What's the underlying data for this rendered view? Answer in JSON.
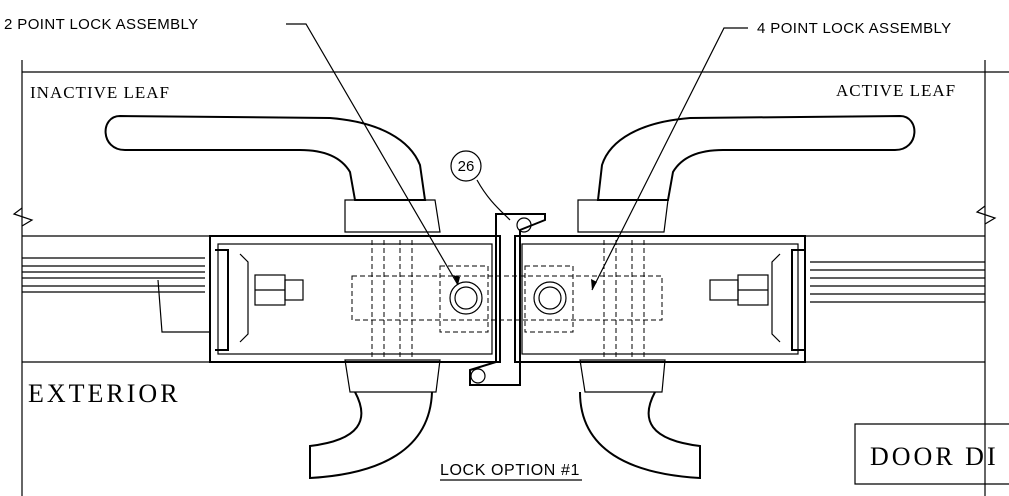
{
  "labels": {
    "two_point": "2 POINT LOCK ASSEMBLY",
    "four_point": "4 POINT LOCK ASSEMBLY",
    "inactive_leaf": "INACTIVE LEAF",
    "active_leaf": "ACTIVE LEAF",
    "exterior": "EXTERIOR",
    "callout": "26",
    "caption": "LOCK OPTION #1",
    "title_block": "DOOR DI"
  }
}
